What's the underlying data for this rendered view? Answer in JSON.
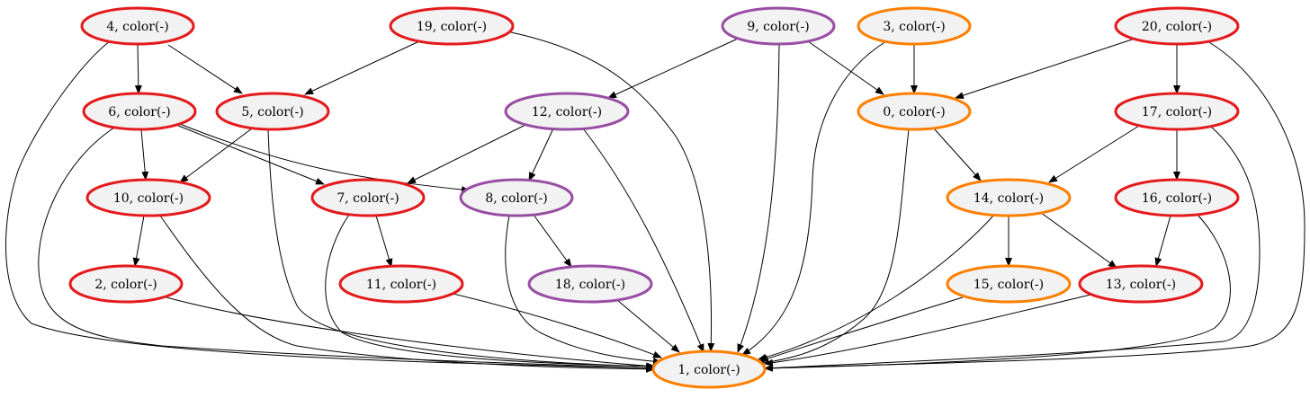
{
  "graph": {
    "node_fill": "#f2f2f2",
    "color_scheme": {
      "red": "#e41a1c",
      "purple": "#984ea3",
      "orange": "#ff7f00"
    },
    "nodes": [
      {
        "id": "4",
        "label": "4, color(-)",
        "color": "red"
      },
      {
        "id": "19",
        "label": "19, color(-)",
        "color": "red"
      },
      {
        "id": "9",
        "label": "9, color(-)",
        "color": "purple"
      },
      {
        "id": "3",
        "label": "3, color(-)",
        "color": "orange"
      },
      {
        "id": "20",
        "label": "20, color(-)",
        "color": "red"
      },
      {
        "id": "6",
        "label": "6, color(-)",
        "color": "red"
      },
      {
        "id": "5",
        "label": "5, color(-)",
        "color": "red"
      },
      {
        "id": "12",
        "label": "12, color(-)",
        "color": "purple"
      },
      {
        "id": "0",
        "label": "0, color(-)",
        "color": "orange"
      },
      {
        "id": "17",
        "label": "17, color(-)",
        "color": "red"
      },
      {
        "id": "10",
        "label": "10, color(-)",
        "color": "red"
      },
      {
        "id": "7",
        "label": "7, color(-)",
        "color": "red"
      },
      {
        "id": "8",
        "label": "8, color(-)",
        "color": "purple"
      },
      {
        "id": "14",
        "label": "14, color(-)",
        "color": "orange"
      },
      {
        "id": "16",
        "label": "16, color(-)",
        "color": "red"
      },
      {
        "id": "2",
        "label": "2, color(-)",
        "color": "red"
      },
      {
        "id": "11",
        "label": "11, color(-)",
        "color": "red"
      },
      {
        "id": "18",
        "label": "18, color(-)",
        "color": "purple"
      },
      {
        "id": "15",
        "label": "15, color(-)",
        "color": "orange"
      },
      {
        "id": "13",
        "label": "13, color(-)",
        "color": "red"
      },
      {
        "id": "1",
        "label": "1, color(-)",
        "color": "orange"
      }
    ],
    "edges": [
      [
        "4",
        "6"
      ],
      [
        "4",
        "5"
      ],
      [
        "4",
        "1"
      ],
      [
        "19",
        "5"
      ],
      [
        "19",
        "1"
      ],
      [
        "9",
        "12"
      ],
      [
        "9",
        "0"
      ],
      [
        "9",
        "1"
      ],
      [
        "3",
        "0"
      ],
      [
        "3",
        "1"
      ],
      [
        "20",
        "0"
      ],
      [
        "20",
        "17"
      ],
      [
        "20",
        "1"
      ],
      [
        "6",
        "10"
      ],
      [
        "6",
        "7"
      ],
      [
        "6",
        "8"
      ],
      [
        "6",
        "1"
      ],
      [
        "5",
        "10"
      ],
      [
        "5",
        "1"
      ],
      [
        "12",
        "7"
      ],
      [
        "12",
        "8"
      ],
      [
        "12",
        "1"
      ],
      [
        "0",
        "14"
      ],
      [
        "0",
        "1"
      ],
      [
        "17",
        "14"
      ],
      [
        "17",
        "16"
      ],
      [
        "17",
        "1"
      ],
      [
        "10",
        "2"
      ],
      [
        "10",
        "1"
      ],
      [
        "7",
        "11"
      ],
      [
        "7",
        "1"
      ],
      [
        "8",
        "18"
      ],
      [
        "8",
        "1"
      ],
      [
        "14",
        "15"
      ],
      [
        "14",
        "13"
      ],
      [
        "14",
        "1"
      ],
      [
        "16",
        "13"
      ],
      [
        "16",
        "1"
      ],
      [
        "2",
        "1"
      ],
      [
        "11",
        "1"
      ],
      [
        "18",
        "1"
      ],
      [
        "15",
        "1"
      ],
      [
        "13",
        "1"
      ]
    ]
  }
}
